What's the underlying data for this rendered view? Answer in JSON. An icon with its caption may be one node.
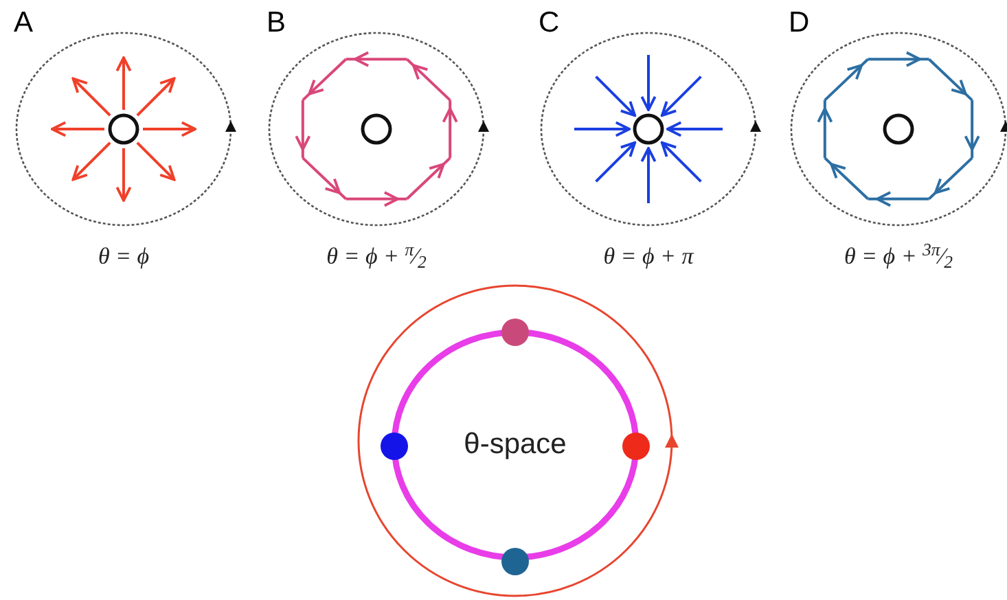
{
  "diagram": {
    "nodes": [
      {
        "text": [
          "A"
        ],
        "beside": [
          "θ = ϕ"
        ]
      },
      {
        "text": [
          "B"
        ],
        "beside": [
          "θ = ϕ + $^{π}$⁄$_{2}$"
        ]
      },
      {
        "text": [
          "C"
        ],
        "beside": [
          "θ = ϕ + π"
        ]
      },
      {
        "text": [
          "D"
        ],
        "beside": [
          "θ = ϕ + $^{3π}$⁄$_{2}$"
        ]
      },
      {
        "text": [
          "θ-space"
        ]
      }
    ]
  }
}
